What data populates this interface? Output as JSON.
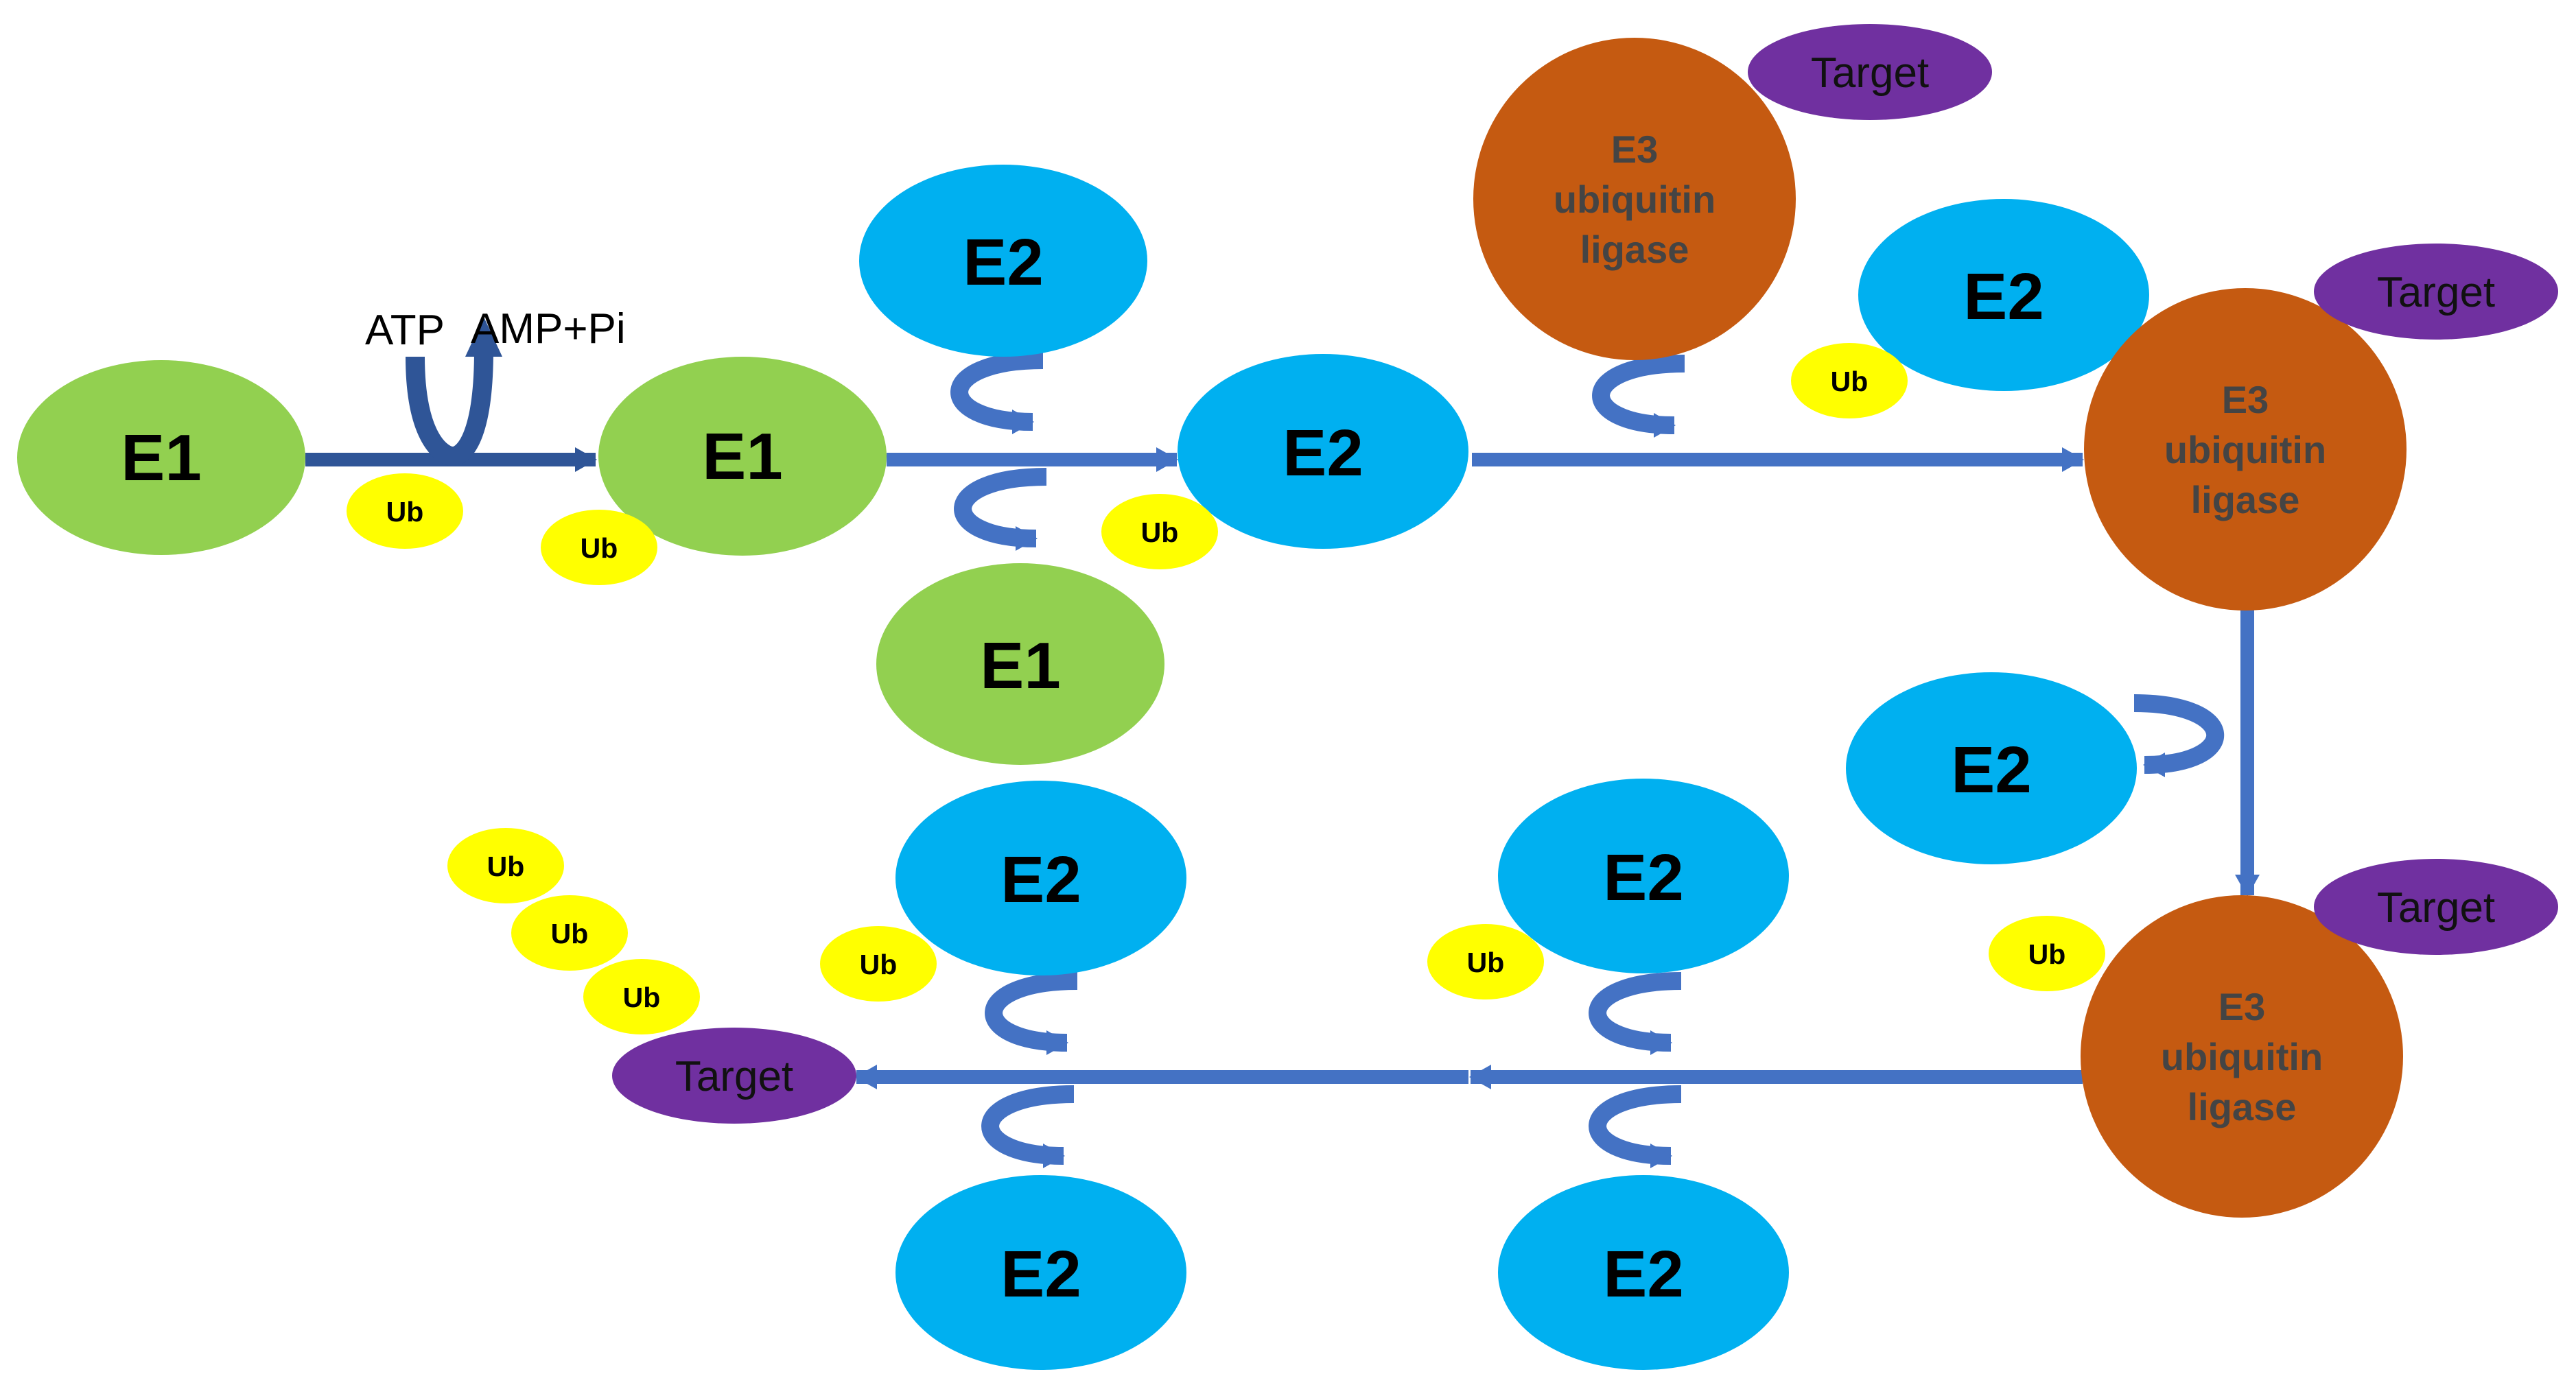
{
  "colors": {
    "e1": "#92d050",
    "e2": "#00b0f0",
    "e3": "#c55a11",
    "ub": "#ffff00",
    "target": "#7030a0",
    "arrow": "#4472c4",
    "arrow_dark": "#2f5597"
  },
  "labels": {
    "e1": "E1",
    "e2": "E2",
    "e3_line1": "E3",
    "e3_line2": "ubiquitin",
    "e3_line3": "ligase",
    "ub": "Ub",
    "target": "Target",
    "atp": "ATP",
    "amp": "AMP+Pi"
  }
}
